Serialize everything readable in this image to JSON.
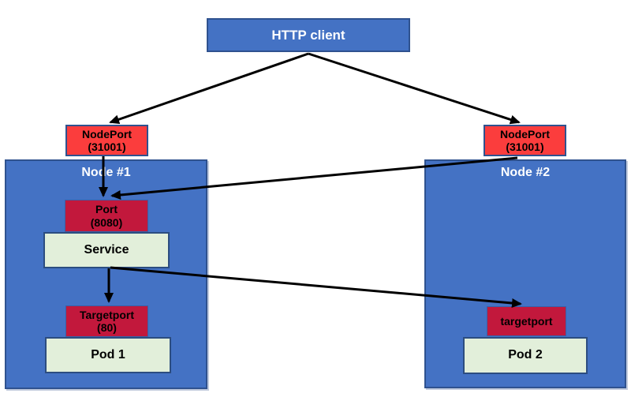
{
  "boxes": {
    "http_client": {
      "label": "HTTP client"
    },
    "nodeport_left": {
      "line1": "NodePort",
      "line2": "(31001)"
    },
    "nodeport_right": {
      "line1": "NodePort",
      "line2": "(31001)"
    },
    "node1": {
      "label": "Node #1"
    },
    "node2": {
      "label": "Node #2"
    },
    "port": {
      "line1": "Port",
      "line2": "(8080)"
    },
    "service": {
      "label": "Service"
    },
    "targetport_left": {
      "line1": "Targetport",
      "line2": "(80)"
    },
    "targetport_right": {
      "label": "targetport"
    },
    "pod1": {
      "label": "Pod 1"
    },
    "pod2": {
      "label": "Pod 2"
    }
  },
  "colors": {
    "blue_fill": "#4472C4",
    "blue_border": "#2F528F",
    "red_fill": "#FB3D3D",
    "crimson_fill": "#C2183C",
    "crimson_border": "#3B5FA5",
    "green_fill": "#E2EFDA",
    "green_border": "#2C4D80",
    "arrow": "#000000",
    "text_on_blue": "#FFFFFF",
    "text_on_red": "#000000"
  }
}
